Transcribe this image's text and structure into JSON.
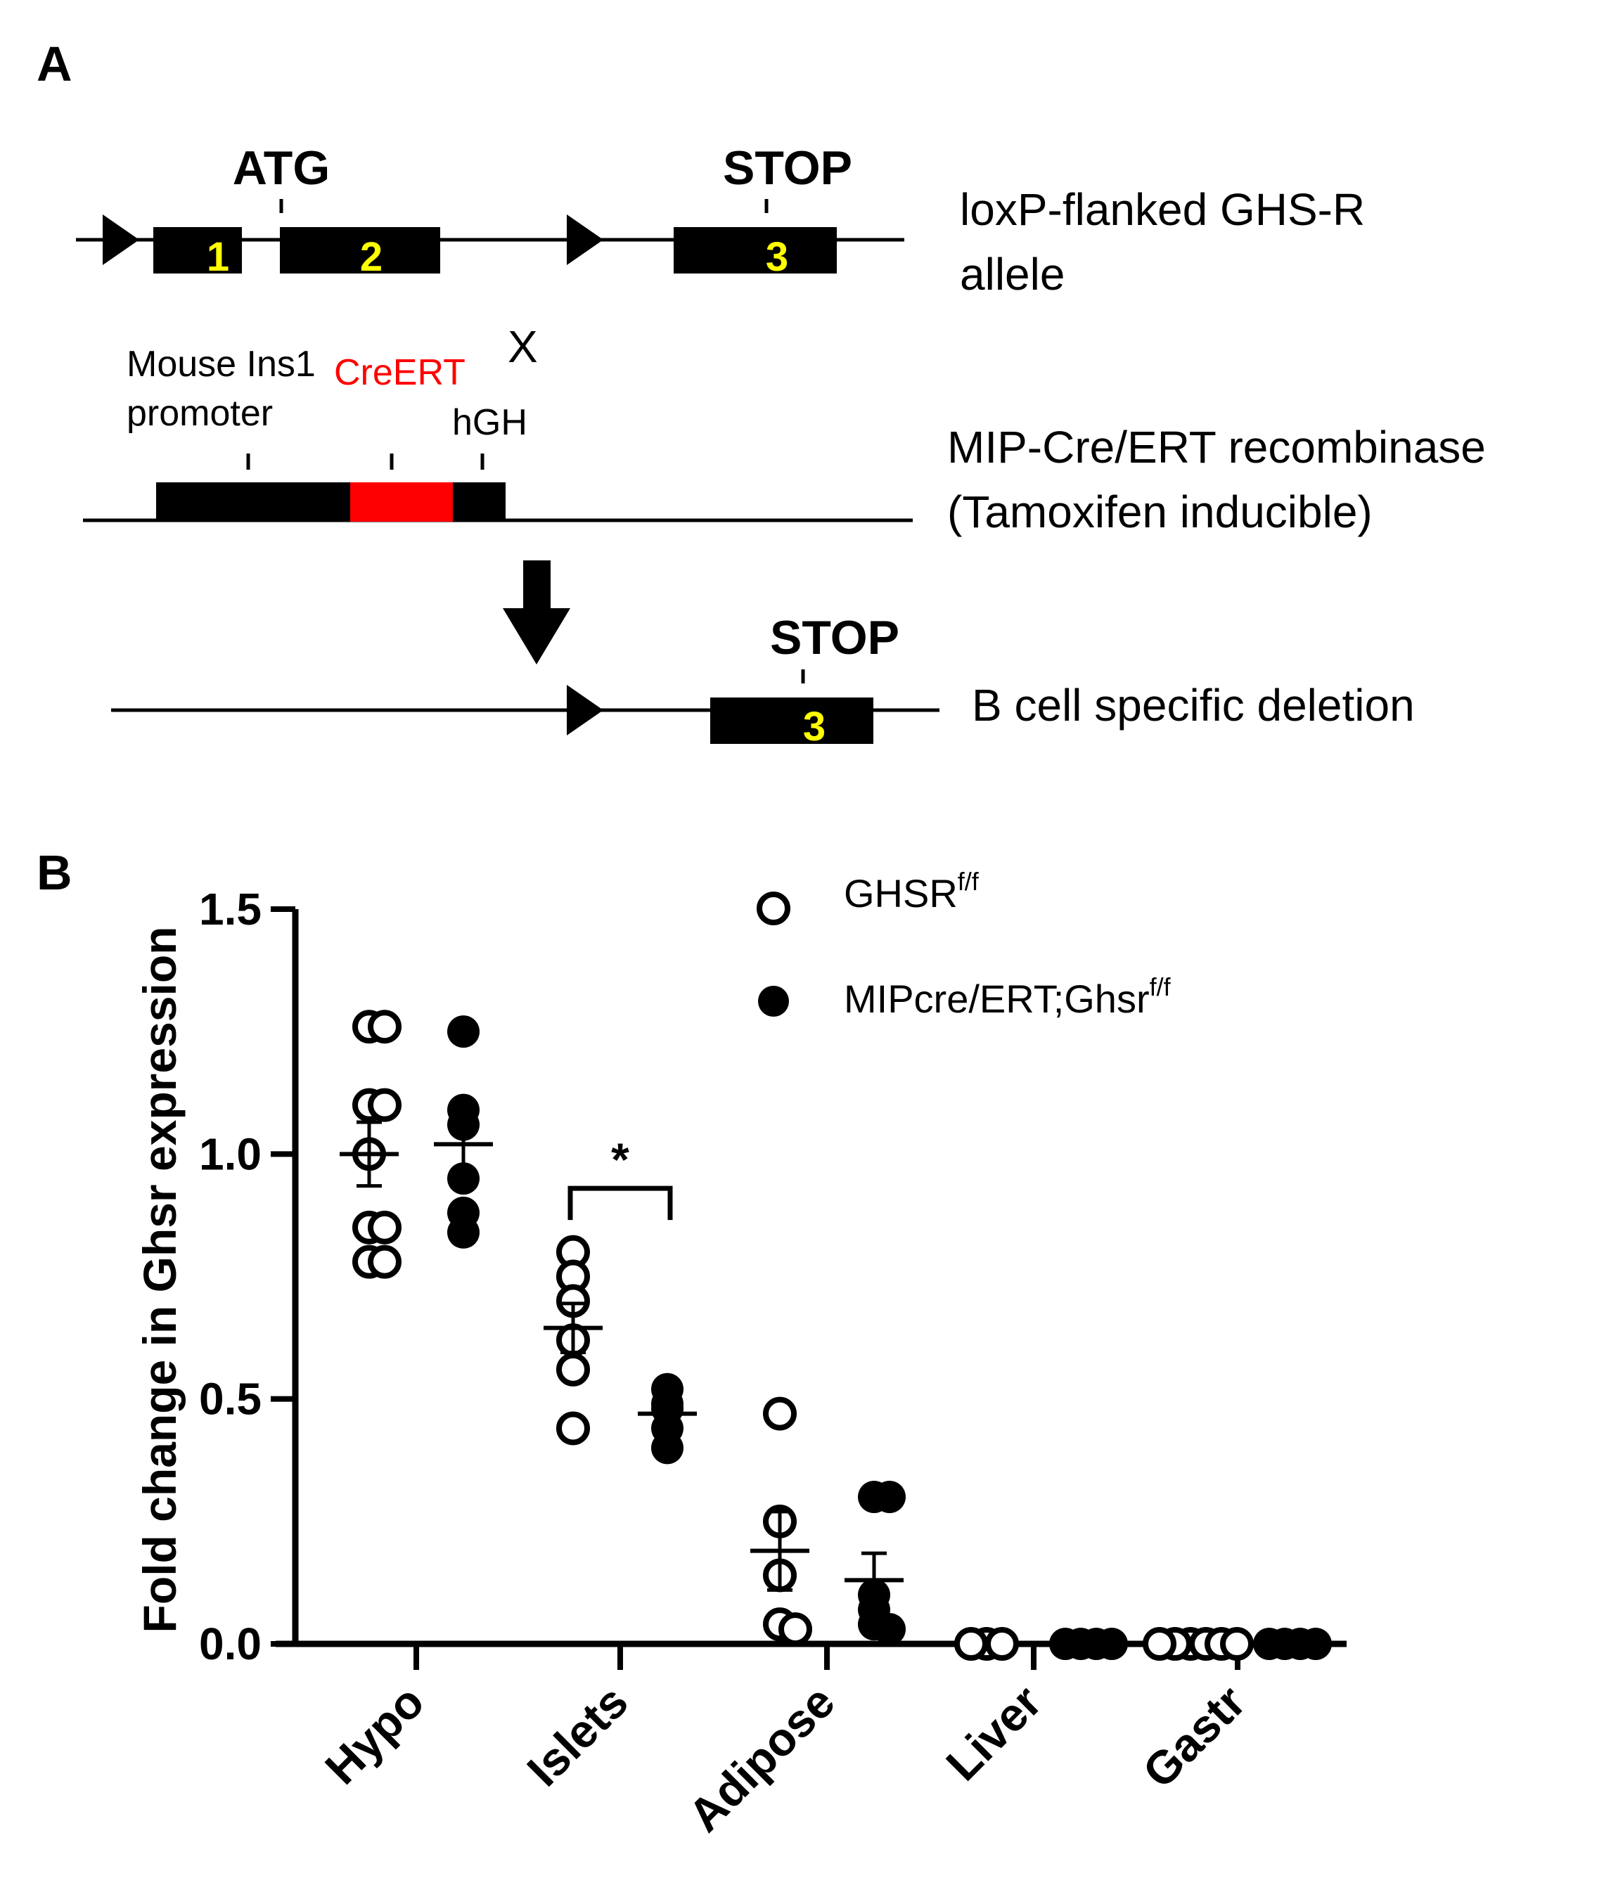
{
  "panel_a": {
    "label": "A",
    "row1": {
      "atg": "ATG",
      "stop": "STOP",
      "exons": [
        "1",
        "2",
        "3"
      ],
      "desc_line1": "loxP-flanked GHS-R",
      "desc_line2": "allele"
    },
    "cross": "X",
    "row2": {
      "promoter_line1": "Mouse Ins1",
      "promoter_line2": "promoter",
      "creert": "CreERT",
      "hgh": "hGH",
      "desc_line1": "MIP-Cre/ERT recombinase",
      "desc_line2": "(Tamoxifen inducible)"
    },
    "row3": {
      "stop": "STOP",
      "exon": "3",
      "desc": "B cell specific deletion"
    },
    "colors": {
      "exon": "#000000",
      "exon_number": "#ffff00",
      "creert": "#ff0000"
    }
  },
  "chart_data": {
    "type": "scatter",
    "panel_label": "B",
    "ylabel": "Fold change in Ghsr expression",
    "ylim": [
      0,
      1.5
    ],
    "yticks": [
      "0.0",
      "0.5",
      "1.0",
      "1.5"
    ],
    "categories": [
      "Hypo",
      "Islets",
      "Adipose",
      "Liver",
      "Gastr"
    ],
    "series": [
      {
        "name": "GHSR",
        "name_sup": "f/f",
        "marker": "open-circle",
        "groups": [
          {
            "category": "Hypo",
            "values": [
              1.26,
              1.26,
              1.1,
              1.1,
              1.0,
              0.85,
              0.85,
              0.78,
              0.78
            ],
            "mean": 1.0,
            "sem": 0.065
          },
          {
            "category": "Islets",
            "values": [
              0.8,
              0.75,
              0.7,
              0.62,
              0.56,
              0.44
            ],
            "mean": 0.645,
            "sem": 0.05
          },
          {
            "category": "Adipose",
            "values": [
              0.47,
              0.25,
              0.14,
              0.04,
              0.03
            ],
            "mean": 0.19,
            "sem": 0.08
          },
          {
            "category": "Liver",
            "values": [
              0.0,
              0.0,
              0.0
            ],
            "mean": 0.0,
            "sem": 0.0
          },
          {
            "category": "Gastr",
            "values": [
              0.0,
              0.0,
              0.0,
              0.0,
              0.0,
              0.0
            ],
            "mean": 0.0,
            "sem": 0.0
          }
        ]
      },
      {
        "name": "MIPcre/ERT;Ghsr",
        "name_sup": "f/f",
        "marker": "filled-circle",
        "groups": [
          {
            "category": "Hypo",
            "values": [
              1.25,
              1.09,
              1.06,
              0.95,
              0.88,
              0.84
            ],
            "mean": 1.02,
            "sem": 0.06
          },
          {
            "category": "Islets",
            "values": [
              0.52,
              0.49,
              0.48,
              0.44,
              0.4
            ],
            "mean": 0.47,
            "sem": 0.02
          },
          {
            "category": "Adipose",
            "values": [
              0.3,
              0.3,
              0.1,
              0.07,
              0.04,
              0.03
            ],
            "mean": 0.13,
            "sem": 0.055
          },
          {
            "category": "Liver",
            "values": [
              0.0,
              0.0,
              0.0,
              0.0
            ],
            "mean": 0.0,
            "sem": 0.0
          },
          {
            "category": "Gastr",
            "values": [
              0.0,
              0.0,
              0.0,
              0.0
            ],
            "mean": 0.0,
            "sem": 0.0
          }
        ]
      }
    ],
    "annotations": [
      {
        "category": "Islets",
        "text": "*",
        "bracket_y": 0.93
      }
    ],
    "legend_position": "top-right"
  }
}
